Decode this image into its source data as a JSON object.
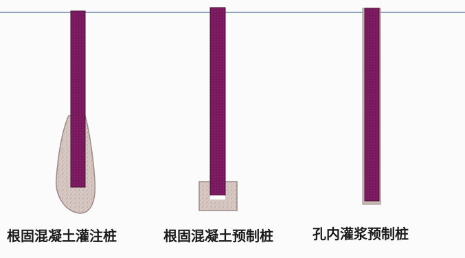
{
  "captions": {
    "pile_1": "根固混凝土灌注桩",
    "pile_2": "根固混凝土预制桩",
    "pile_3": "孔内灌浆预制桩"
  },
  "colors": {
    "background": "#fbfbfb",
    "ground_line": "#8fa3c0",
    "pile_body": "#7a1a5e",
    "pile_edge": "#4a0e38",
    "concrete_bulb": "#d9c9c4",
    "concrete_edge": "#9a8a88",
    "grout_base": "#c9b8b4"
  }
}
